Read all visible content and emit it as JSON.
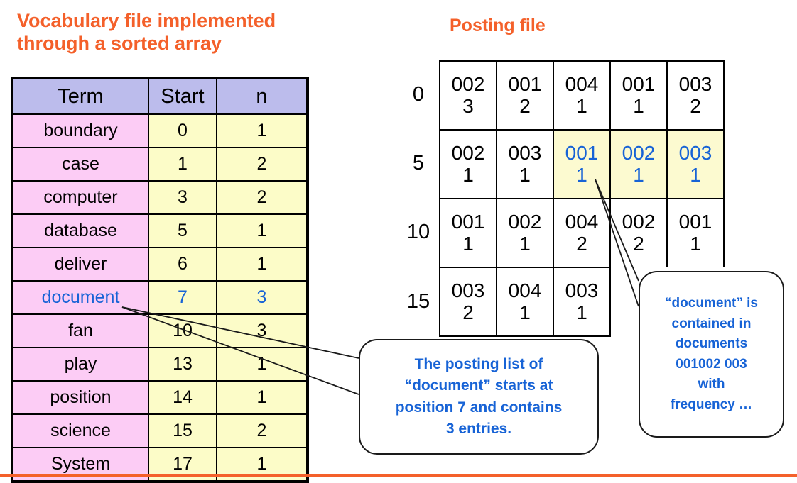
{
  "headings": {
    "vocabulary": "Vocabulary file implemented through a sorted array",
    "posting": "Posting file"
  },
  "colors": {
    "accent_orange": "#F4602A",
    "highlight_blue": "#1763D6",
    "header_lavender": "#BCBCEC",
    "term_pink": "#FCCCF5",
    "number_cream": "#FCFCC8",
    "cell_highlight": "#FCFAD0"
  },
  "vocabulary_table": {
    "columns": [
      "Term",
      "Start",
      "n"
    ],
    "rows": [
      {
        "term": "boundary",
        "start": "0",
        "n": "1",
        "highlight": false
      },
      {
        "term": "case",
        "start": "1",
        "n": "2",
        "highlight": false
      },
      {
        "term": "computer",
        "start": "3",
        "n": "2",
        "highlight": false
      },
      {
        "term": "database",
        "start": "5",
        "n": "1",
        "highlight": false
      },
      {
        "term": "deliver",
        "start": "6",
        "n": "1",
        "highlight": false
      },
      {
        "term": "document",
        "start": "7",
        "n": "3",
        "highlight": true
      },
      {
        "term": "fan",
        "start": "10",
        "n": "3",
        "highlight": false
      },
      {
        "term": "play",
        "start": "13",
        "n": "1",
        "highlight": false
      },
      {
        "term": "position",
        "start": "14",
        "n": "1",
        "highlight": false
      },
      {
        "term": "science",
        "start": "15",
        "n": "2",
        "highlight": false
      },
      {
        "term": "System",
        "start": "17",
        "n": "1",
        "highlight": false
      }
    ]
  },
  "posting_file": {
    "rows": [
      {
        "label": "0",
        "cells": [
          {
            "docid": "002",
            "freq": "3",
            "highlight": false
          },
          {
            "docid": "001",
            "freq": "2",
            "highlight": false
          },
          {
            "docid": "004",
            "freq": "1",
            "highlight": false
          },
          {
            "docid": "001",
            "freq": "1",
            "highlight": false
          },
          {
            "docid": "003",
            "freq": "2",
            "highlight": false
          }
        ]
      },
      {
        "label": "5",
        "cells": [
          {
            "docid": "002",
            "freq": "1",
            "highlight": false
          },
          {
            "docid": "003",
            "freq": "1",
            "highlight": false
          },
          {
            "docid": "001",
            "freq": "1",
            "highlight": true
          },
          {
            "docid": "002",
            "freq": "1",
            "highlight": true
          },
          {
            "docid": "003",
            "freq": "1",
            "highlight": true
          }
        ]
      },
      {
        "label": "10",
        "cells": [
          {
            "docid": "001",
            "freq": "1",
            "highlight": false
          },
          {
            "docid": "002",
            "freq": "1",
            "highlight": false
          },
          {
            "docid": "004",
            "freq": "2",
            "highlight": false
          },
          {
            "docid": "002",
            "freq": "2",
            "highlight": false
          },
          {
            "docid": "001",
            "freq": "1",
            "highlight": false
          }
        ]
      },
      {
        "label": "15",
        "cells": [
          {
            "docid": "003",
            "freq": "2",
            "highlight": false
          },
          {
            "docid": "004",
            "freq": "1",
            "highlight": false
          },
          {
            "docid": "003",
            "freq": "1",
            "highlight": false
          }
        ]
      }
    ]
  },
  "callout_left": {
    "lines": [
      "The posting list of",
      "“document” starts at",
      "position 7 and contains",
      "3 entries."
    ]
  },
  "callout_right": {
    "lines": [
      "“document” is",
      "contained in",
      "documents",
      "001002 003",
      "with",
      "frequency …"
    ]
  }
}
